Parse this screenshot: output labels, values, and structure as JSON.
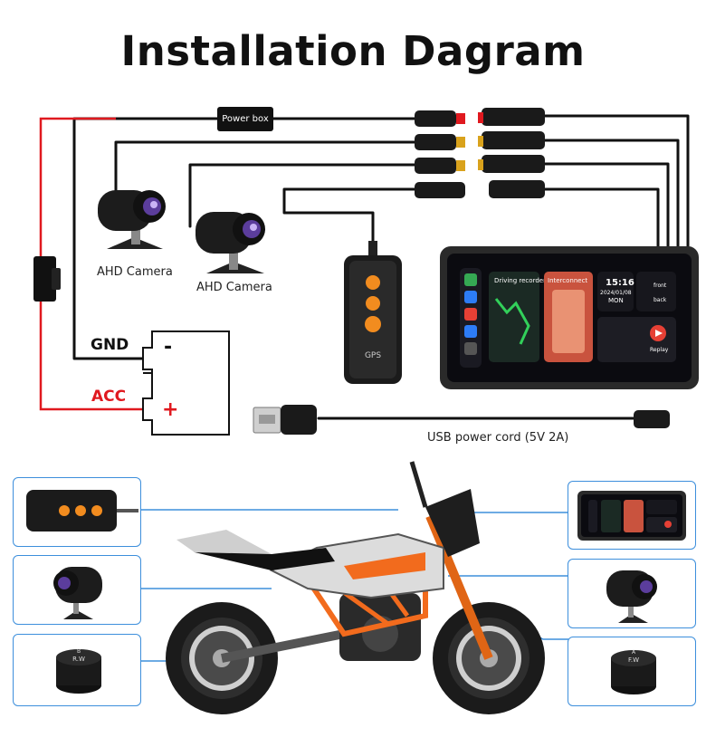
{
  "title": "Installation Dagram",
  "labels": {
    "power_box": "Power box",
    "ahd_camera_1": "AHD Camera",
    "ahd_camera_2": "AHD Camera",
    "gnd": "GND",
    "acc": "ACC",
    "minus": "-",
    "plus": "+",
    "usb_cord": "USB power cord (5V 2A)"
  },
  "screen": {
    "tile_driving": "Driving recorder",
    "tile_interconnect": "Interconnect",
    "time": "15:16",
    "date": "2024/01/08",
    "weekday": "MON",
    "front": "front",
    "back": "back",
    "replay": "Replay"
  },
  "gps_module": {
    "label": "GPS"
  },
  "tpms": {
    "sensor_1": "R.W",
    "sensor_2": "F.W",
    "letter_1": "B",
    "letter_2": "A"
  },
  "colors": {
    "wire": "#111111",
    "acc_wire": "#e0191f",
    "callout": "#3d8fdc",
    "bike_orange": "#f26b1d"
  }
}
